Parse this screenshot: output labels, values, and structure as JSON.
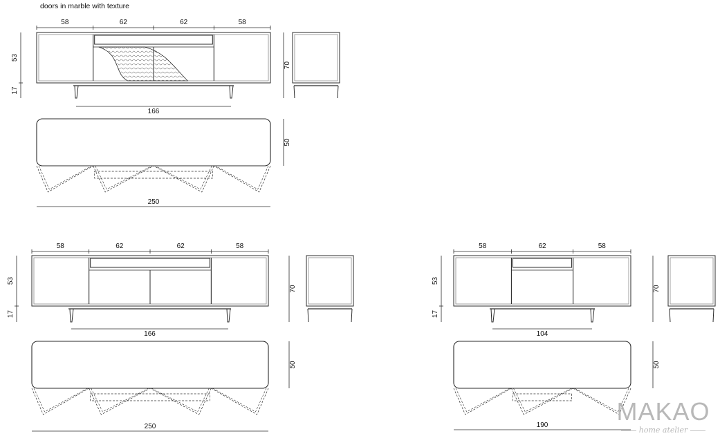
{
  "caption": "doors in marble with texture",
  "brand": {
    "name": "MAKAO",
    "tagline": "home atelier"
  },
  "colors": {
    "line": "#2b2b2b",
    "frame": "#8a8a8a",
    "brand": "#b8b8b8"
  },
  "drawings": [
    {
      "id": "top-250-marble",
      "segments": [
        "58",
        "62",
        "62",
        "58"
      ],
      "height_upper": "53",
      "height_lower": "17",
      "height_total": "70",
      "base_width": "166",
      "depth": "50",
      "overall_width": "250",
      "marble_doors": true
    },
    {
      "id": "bottom-250",
      "segments": [
        "58",
        "62",
        "62",
        "58"
      ],
      "height_upper": "53",
      "height_lower": "17",
      "height_total": "70",
      "base_width": "166",
      "depth": "50",
      "overall_width": "250",
      "marble_doors": false
    },
    {
      "id": "bottom-190",
      "segments": [
        "58",
        "62",
        "58"
      ],
      "height_upper": "53",
      "height_lower": "17",
      "height_total": "70",
      "base_width": "104",
      "depth": "50",
      "overall_width": "190",
      "marble_doors": false
    }
  ]
}
